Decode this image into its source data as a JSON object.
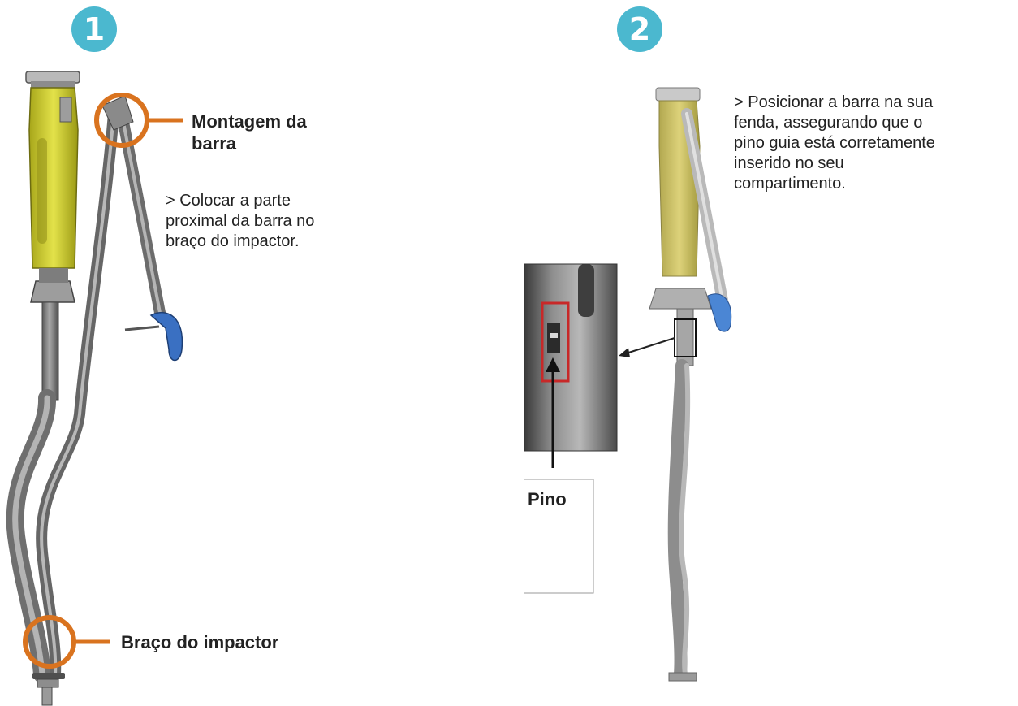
{
  "colors": {
    "badge": "#4bb8cf",
    "highlight_ring": "#d9731f",
    "handle_yellow": "#c9c82e",
    "instrument_steel": "#7a7a7a",
    "grip_blue": "#3a70c2",
    "inset_box": "#c82828"
  },
  "steps": [
    {
      "number": "1",
      "callouts": [
        {
          "title": "Montagem da\nbarra"
        },
        {
          "title": "Braço do impactor"
        }
      ],
      "instruction": "> Colocar a parte\nproximal da barra no\nbraço do impactor."
    },
    {
      "number": "2",
      "instruction": "> Posicionar a barra na sua\nfenda, assegurando que o\npino guia está corretamente\ninserido no seu\ncompartimento.",
      "inset_label": "Pino"
    }
  ]
}
